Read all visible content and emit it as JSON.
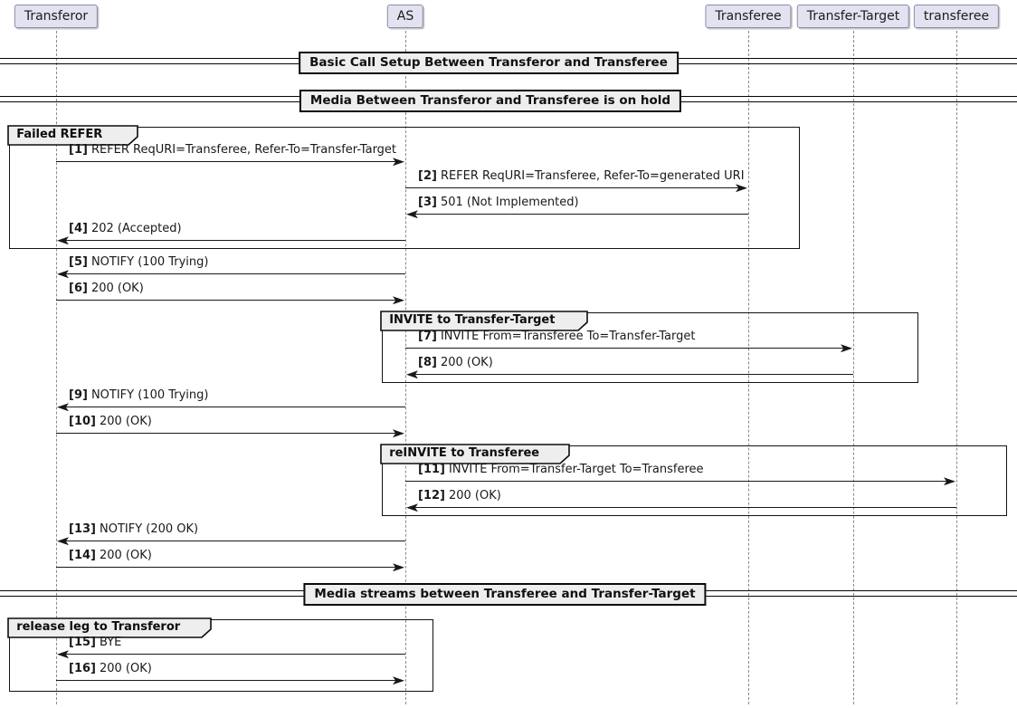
{
  "diagram": {
    "kind": "sequence-diagram",
    "participants": [
      {
        "name": "Transferor"
      },
      {
        "name": "AS"
      },
      {
        "name": "Transferee"
      },
      {
        "name": "Transfer-Target"
      },
      {
        "name": "transferee"
      }
    ],
    "dividers": [
      {
        "label": "Basic Call Setup Between Transferor and Transferee"
      },
      {
        "label": "Media Between Transferor and Transferee is on hold"
      },
      {
        "label": "Media streams between Transferee and Transfer-Target"
      }
    ],
    "groups": [
      {
        "label": "Failed REFER"
      },
      {
        "label": "INVITE to Transfer-Target"
      },
      {
        "label": "reINVITE to Transferee"
      },
      {
        "label": "release leg to Transferor"
      }
    ],
    "messages": [
      {
        "num": "[1]",
        "text": "REFER ReqURI=Transferee, Refer-To=Transfer-Target",
        "from": "Transferor",
        "to": "AS"
      },
      {
        "num": "[2]",
        "text": "REFER ReqURI=Transferee, Refer-To=generated URI",
        "from": "AS",
        "to": "Transferee"
      },
      {
        "num": "[3]",
        "text": "501 (Not Implemented)",
        "from": "Transferee",
        "to": "AS"
      },
      {
        "num": "[4]",
        "text": "202 (Accepted)",
        "from": "AS",
        "to": "Transferor"
      },
      {
        "num": "[5]",
        "text": "NOTIFY (100 Trying)",
        "from": "AS",
        "to": "Transferor"
      },
      {
        "num": "[6]",
        "text": "200 (OK)",
        "from": "Transferor",
        "to": "AS"
      },
      {
        "num": "[7]",
        "text": "INVITE From=Transferee To=Transfer-Target",
        "from": "AS",
        "to": "Transfer-Target"
      },
      {
        "num": "[8]",
        "text": "200 (OK)",
        "from": "Transfer-Target",
        "to": "AS"
      },
      {
        "num": "[9]",
        "text": "NOTIFY (100 Trying)",
        "from": "AS",
        "to": "Transferor"
      },
      {
        "num": "[10]",
        "text": "200 (OK)",
        "from": "Transferor",
        "to": "AS"
      },
      {
        "num": "[11]",
        "text": "INVITE From=Transfer-Target To=Transferee",
        "from": "AS",
        "to": "transferee"
      },
      {
        "num": "[12]",
        "text": "200 (OK)",
        "from": "transferee",
        "to": "AS"
      },
      {
        "num": "[13]",
        "text": "NOTIFY (200 OK)",
        "from": "AS",
        "to": "Transferor"
      },
      {
        "num": "[14]",
        "text": "200 (OK)",
        "from": "Transferor",
        "to": "AS"
      },
      {
        "num": "[15]",
        "text": "BYE",
        "from": "AS",
        "to": "Transferor"
      },
      {
        "num": "[16]",
        "text": "200 (OK)",
        "from": "Transferor",
        "to": "AS"
      }
    ],
    "colors": {
      "participant_fill": "#E2E2F0",
      "frame_label_fill": "#EEEEEE",
      "divider_fill": "#EEEEEE",
      "line": "#181818",
      "lifeline": "#8a8a8a"
    }
  }
}
